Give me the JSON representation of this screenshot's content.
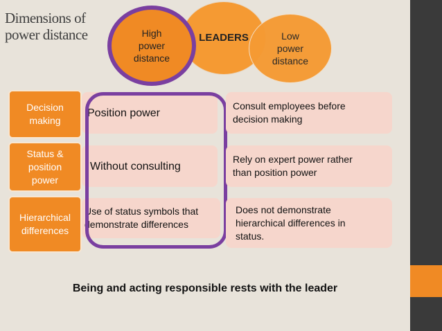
{
  "title": {
    "line1": "Dimensions of",
    "line2": "power distance"
  },
  "circles": {
    "leaders": "LEADERS",
    "high": [
      "High",
      "power",
      "distance"
    ],
    "low": [
      "Low",
      "power",
      "distance"
    ]
  },
  "rows": [
    {
      "category": [
        "Decision",
        "making"
      ],
      "high": "Position power",
      "low": [
        "Consult employees before",
        "decision making"
      ]
    },
    {
      "category": [
        "Status &",
        "position",
        "power"
      ],
      "high": "Without consulting",
      "low": [
        "Rely on expert power rather",
        "than position power"
      ]
    },
    {
      "category": [
        "Hierarchical",
        "differences"
      ],
      "high": [
        "Use of status symbols that",
        "demonstrate differences"
      ],
      "low": [
        "Does not demonstrate",
        "hierarchical differences in",
        "status."
      ]
    }
  ],
  "footer": "Being and acting responsible rests with the leader",
  "colors": {
    "accent": "#f08a24",
    "purple": "#7a3fa0",
    "box": "#f6d6cc",
    "sidebar": "#3a3a3a"
  }
}
